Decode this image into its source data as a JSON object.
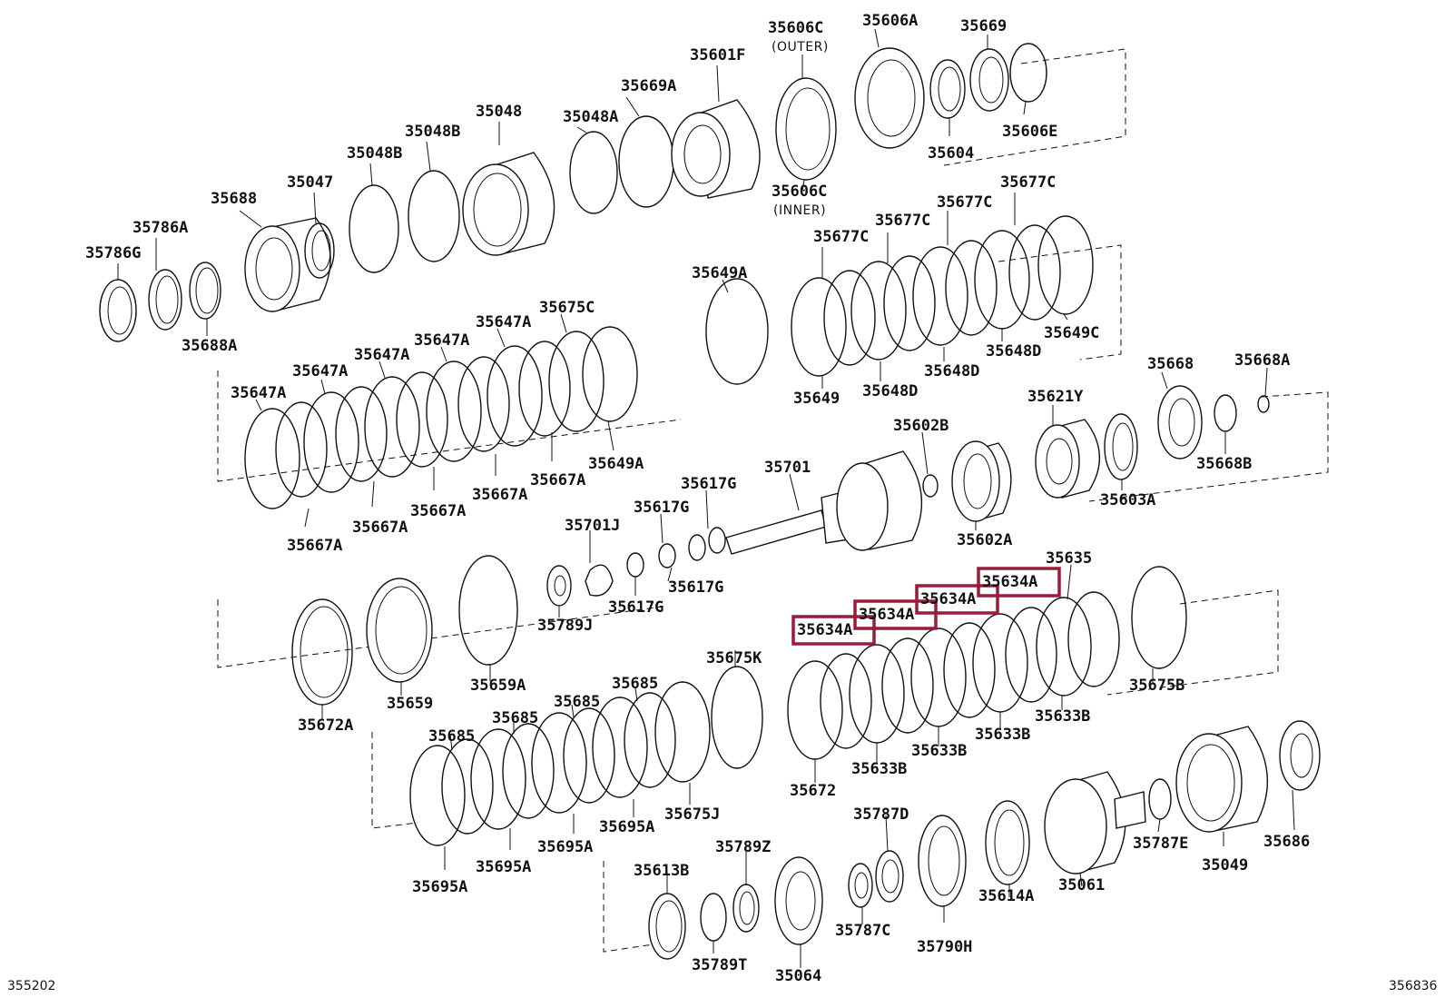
{
  "colors": {
    "line": "#111111",
    "highlight": "#9b1b3a",
    "background": "#ffffff"
  },
  "corner_codes": {
    "left": "355202",
    "right": "356836"
  },
  "labels": [
    {
      "id": "l1",
      "text": "35606C"
    },
    {
      "id": "l2",
      "text": "(OUTER)",
      "kind": "note"
    },
    {
      "id": "l3",
      "text": "35606A"
    },
    {
      "id": "l4",
      "text": "35669"
    },
    {
      "id": "l5",
      "text": "35601F"
    },
    {
      "id": "l6",
      "text": "35669A"
    },
    {
      "id": "l7",
      "text": "35048A"
    },
    {
      "id": "l8",
      "text": "35048"
    },
    {
      "id": "l9",
      "text": "35048B"
    },
    {
      "id": "l10",
      "text": "35048B"
    },
    {
      "id": "l11",
      "text": "35047"
    },
    {
      "id": "l12",
      "text": "35688"
    },
    {
      "id": "l13",
      "text": "35786A"
    },
    {
      "id": "l14",
      "text": "35786G"
    },
    {
      "id": "l15",
      "text": "35688A"
    },
    {
      "id": "l16",
      "text": "35604"
    },
    {
      "id": "l17",
      "text": "35606E"
    },
    {
      "id": "l18",
      "text": "35606C"
    },
    {
      "id": "l19",
      "text": "(INNER)",
      "kind": "note"
    },
    {
      "id": "l20",
      "text": "35677C"
    },
    {
      "id": "l21",
      "text": "35677C"
    },
    {
      "id": "l22",
      "text": "35677C"
    },
    {
      "id": "l23",
      "text": "35677C"
    },
    {
      "id": "l24",
      "text": "35649C"
    },
    {
      "id": "l25",
      "text": "35648D"
    },
    {
      "id": "l26",
      "text": "35648D"
    },
    {
      "id": "l27",
      "text": "35648D"
    },
    {
      "id": "l28",
      "text": "35649"
    },
    {
      "id": "l29",
      "text": "35649A"
    },
    {
      "id": "l30",
      "text": "35675C"
    },
    {
      "id": "l31",
      "text": "35647A"
    },
    {
      "id": "l32",
      "text": "35647A"
    },
    {
      "id": "l33",
      "text": "35647A"
    },
    {
      "id": "l34",
      "text": "35647A"
    },
    {
      "id": "l35",
      "text": "35647A"
    },
    {
      "id": "l36",
      "text": "35649A"
    },
    {
      "id": "l37",
      "text": "35667A"
    },
    {
      "id": "l38",
      "text": "35667A"
    },
    {
      "id": "l39",
      "text": "35667A"
    },
    {
      "id": "l40",
      "text": "35667A"
    },
    {
      "id": "l41",
      "text": "35667A"
    },
    {
      "id": "l42",
      "text": "35668"
    },
    {
      "id": "l43",
      "text": "35668A"
    },
    {
      "id": "l44",
      "text": "35621Y"
    },
    {
      "id": "l45",
      "text": "35602B"
    },
    {
      "id": "l46",
      "text": "35668B"
    },
    {
      "id": "l47",
      "text": "35603A"
    },
    {
      "id": "l48",
      "text": "35602A"
    },
    {
      "id": "l49",
      "text": "35701"
    },
    {
      "id": "l50",
      "text": "35617G"
    },
    {
      "id": "l51",
      "text": "35617G"
    },
    {
      "id": "l52",
      "text": "35701J"
    },
    {
      "id": "l53",
      "text": "35617G"
    },
    {
      "id": "l54",
      "text": "35617G"
    },
    {
      "id": "l55",
      "text": "35789J"
    },
    {
      "id": "l56",
      "text": "35635"
    },
    {
      "id": "l57",
      "text": "35634A",
      "highlight": true
    },
    {
      "id": "l58",
      "text": "35634A",
      "highlight": true
    },
    {
      "id": "l59",
      "text": "35634A",
      "highlight": true
    },
    {
      "id": "l60",
      "text": "35634A",
      "highlight": true
    },
    {
      "id": "l61",
      "text": "35675B"
    },
    {
      "id": "l62",
      "text": "35633B"
    },
    {
      "id": "l63",
      "text": "35633B"
    },
    {
      "id": "l64",
      "text": "35633B"
    },
    {
      "id": "l65",
      "text": "35633B"
    },
    {
      "id": "l66",
      "text": "35672"
    },
    {
      "id": "l67",
      "text": "35675K"
    },
    {
      "id": "l68",
      "text": "35659A"
    },
    {
      "id": "l69",
      "text": "35659"
    },
    {
      "id": "l70",
      "text": "35672A"
    },
    {
      "id": "l71",
      "text": "35685"
    },
    {
      "id": "l72",
      "text": "35685"
    },
    {
      "id": "l73",
      "text": "35685"
    },
    {
      "id": "l74",
      "text": "35685"
    },
    {
      "id": "l75",
      "text": "35675J"
    },
    {
      "id": "l76",
      "text": "35695A"
    },
    {
      "id": "l77",
      "text": "35695A"
    },
    {
      "id": "l78",
      "text": "35695A"
    },
    {
      "id": "l79",
      "text": "35695A"
    },
    {
      "id": "l80",
      "text": "35787D"
    },
    {
      "id": "l81",
      "text": "35789Z"
    },
    {
      "id": "l82",
      "text": "35613B"
    },
    {
      "id": "l83",
      "text": "35787E"
    },
    {
      "id": "l84",
      "text": "35686"
    },
    {
      "id": "l85",
      "text": "35049"
    },
    {
      "id": "l86",
      "text": "35061"
    },
    {
      "id": "l87",
      "text": "35614A"
    },
    {
      "id": "l88",
      "text": "35790H"
    },
    {
      "id": "l89",
      "text": "35787C"
    },
    {
      "id": "l90",
      "text": "35064"
    },
    {
      "id": "l91",
      "text": "35789T"
    }
  ]
}
